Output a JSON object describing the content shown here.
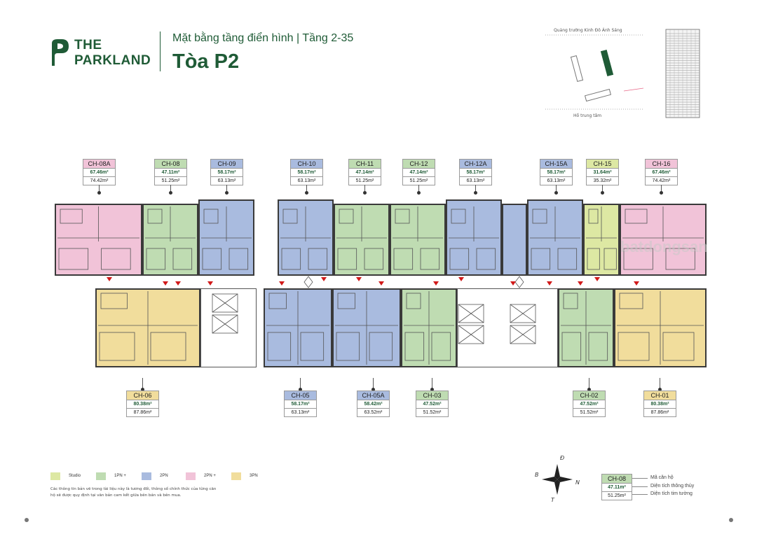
{
  "brand": {
    "line1": "THE",
    "line2": "PARKLAND"
  },
  "header": {
    "subtitle": "Mặt bằng tầng điển hình | Tầng 2-35",
    "title": "Tòa P2"
  },
  "site_map": {
    "top_label": "Quảng trường Kinh Đô Ánh Sáng",
    "bottom_label": "Hồ trung tâm"
  },
  "colors": {
    "studio": "#dde8a3",
    "one_br_plus": "#bfdcb2",
    "two_br": "#a9bbdf",
    "two_br_plus": "#f1c3d8",
    "three_br": "#f1dd9c",
    "brand": "#1f5b36",
    "door_marker": "#d11a1a"
  },
  "units_top": [
    {
      "code": "CH-08A",
      "area_net": "67.46m²",
      "area_gross": "74.42m²",
      "type": "two_br_plus"
    },
    {
      "code": "CH-08",
      "area_net": "47.11m²",
      "area_gross": "51.25m²",
      "type": "one_br_plus"
    },
    {
      "code": "CH-09",
      "area_net": "58.17m²",
      "area_gross": "63.13m²",
      "type": "two_br"
    },
    {
      "code": "CH-10",
      "area_net": "58.17m²",
      "area_gross": "63.13m²",
      "type": "two_br"
    },
    {
      "code": "CH-11",
      "area_net": "47.14m²",
      "area_gross": "51.25m²",
      "type": "one_br_plus"
    },
    {
      "code": "CH-12",
      "area_net": "47.14m²",
      "area_gross": "51.25m²",
      "type": "one_br_plus"
    },
    {
      "code": "CH-12A",
      "area_net": "58.17m²",
      "area_gross": "63.13m²",
      "type": "two_br"
    },
    {
      "code": "CH-15A",
      "area_net": "58.17m²",
      "area_gross": "63.13m²",
      "type": "two_br"
    },
    {
      "code": "CH-15",
      "area_net": "31.64m²",
      "area_gross": "35.32m²",
      "type": "studio"
    },
    {
      "code": "CH-16",
      "area_net": "67.46m²",
      "area_gross": "74.42m²",
      "type": "two_br_plus"
    }
  ],
  "units_bottom": [
    {
      "code": "CH-06",
      "area_net": "80.38m²",
      "area_gross": "87.86m²",
      "type": "three_br"
    },
    {
      "code": "CH-05",
      "area_net": "58.17m²",
      "area_gross": "63.13m²",
      "type": "two_br"
    },
    {
      "code": "CH-05A",
      "area_net": "58.42m²",
      "area_gross": "63.52m²",
      "type": "two_br"
    },
    {
      "code": "CH-03",
      "area_net": "47.52m²",
      "area_gross": "51.52m²",
      "type": "one_br_plus"
    },
    {
      "code": "CH-02",
      "area_net": "47.52m²",
      "area_gross": "51.52m²",
      "type": "one_br_plus"
    },
    {
      "code": "CH-01",
      "area_net": "80.38m²",
      "area_gross": "87.86m²",
      "type": "three_br"
    }
  ],
  "legend": [
    {
      "label": "Studio",
      "key": "studio"
    },
    {
      "label": "1PN +",
      "key": "one_br_plus"
    },
    {
      "label": "2PN",
      "key": "two_br"
    },
    {
      "label": "2PN +",
      "key": "two_br_plus"
    },
    {
      "label": "3PN",
      "key": "three_br"
    }
  ],
  "note": "Các thông tin bản vẽ trong tài liệu này là tương đối, thông số chính thức của từng căn hộ sẽ được quy định tại văn bản cam kết giữa bên bán và bên mua.",
  "key": {
    "code": "CH-08",
    "area_net": "47.11m²",
    "area_gross": "51.25m²",
    "code_desc": "Mã căn hộ",
    "net_desc": "Diện tích thông thủy",
    "gross_desc": "Diện tích tim tường"
  },
  "compass": {
    "n": "Đ",
    "e": "N",
    "s": "T",
    "w": "B"
  },
  "watermark": "batdongsan"
}
